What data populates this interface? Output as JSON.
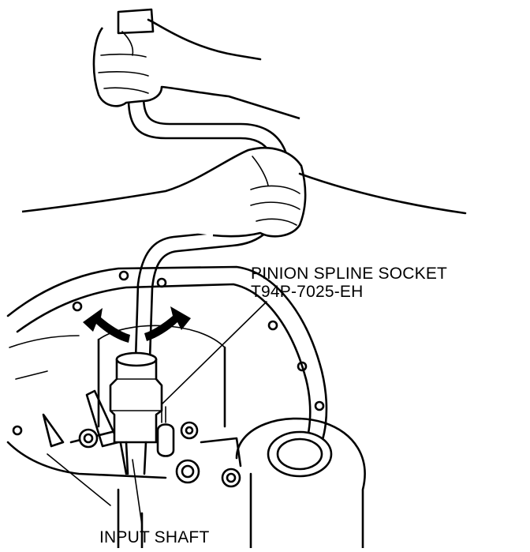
{
  "labels": {
    "socket_name": "PINION SPLINE SOCKET",
    "socket_part": "T94P-7025-EH",
    "input_shaft": "INPUT SHAFT"
  },
  "colors": {
    "ink": "#000000",
    "paper": "#ffffff"
  }
}
